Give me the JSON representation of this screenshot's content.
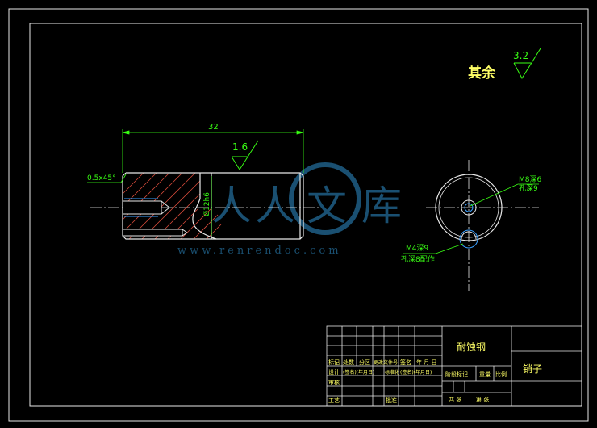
{
  "drawing": {
    "roughness_note_label": "其余",
    "roughness_note_value": "3.2",
    "roughness_surface_value": "1.6",
    "dim_length": "32",
    "dim_chamfer": "0.5x45°",
    "dim_diameter": "Ø12h6",
    "side_callout_1_line1": "M8深6",
    "side_callout_1_line2": "孔深9",
    "side_callout_2_line1": "M4深9",
    "side_callout_2_line2": "孔深8配作"
  },
  "watermark": {
    "glyph_1": "人",
    "glyph_2": "人",
    "glyph_3": "文",
    "glyph_4": "库",
    "url": "www.renrendoc.com"
  },
  "title_block": {
    "material": "耐蚀钢",
    "part_name": "销子",
    "row_labels": {
      "mark": "标记",
      "count": "处数",
      "zone": "分区",
      "change_doc": "更改文件号",
      "signature": "签名",
      "date": "年 月 日",
      "design": "设计",
      "sign_date_1": "(签名)(年月日)",
      "standardize": "标准化",
      "sign_date_2": "(签名)(年月日)",
      "review": "审核",
      "process": "工艺",
      "approve": "批准"
    },
    "stage_label": "阶段标记",
    "weight_label": "重量",
    "scale_label": "比例",
    "sheet_total": "共   张",
    "sheet_index": "第   张"
  }
}
